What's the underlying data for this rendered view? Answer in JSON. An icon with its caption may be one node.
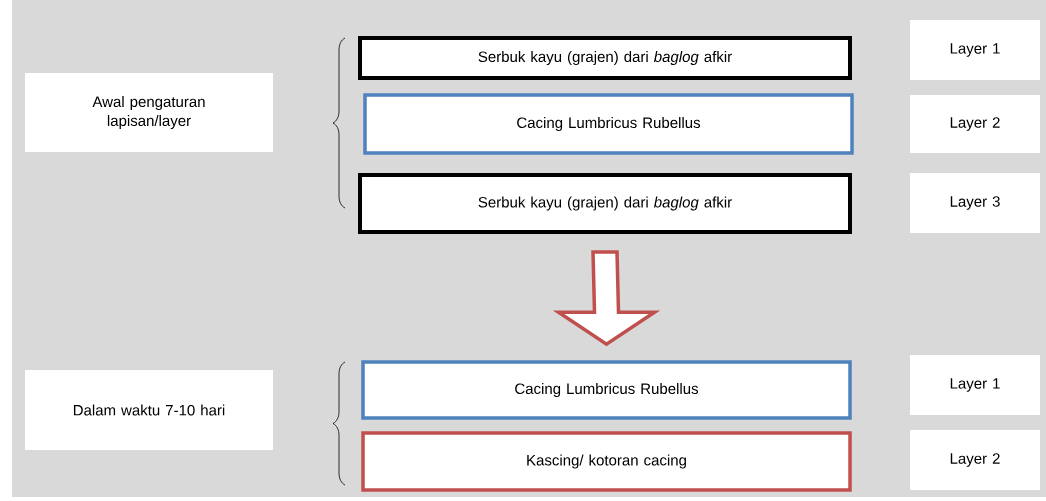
{
  "diagram": {
    "nodes": [
      {
        "text": [
          "Awal pengaturan lapisan/layer"
        ]
      },
      {
        "text": [
          "Serbuk kayu (grajen) dari *baglog* afkir"
        ]
      },
      {
        "text": [
          "Cacing Lumbricus Rubellus"
        ]
      },
      {
        "text": [
          "Serbuk kayu (grajen) dari *baglog* afkir"
        ]
      },
      {
        "text": [
          "Layer 1"
        ]
      },
      {
        "text": [
          "Layer 2"
        ]
      },
      {
        "text": [
          "Layer 3"
        ]
      },
      {
        "text": [
          "Dalam waktu 7-10 hari"
        ]
      },
      {
        "text": [
          "Cacing Lumbricus Rubellus"
        ]
      },
      {
        "text": [
          "Kascing/ kotoran cacing"
        ]
      },
      {
        "text": [
          "Layer 1"
        ]
      },
      {
        "text": [
          "Layer 2"
        ]
      }
    ],
    "edges": [
      {
        "from": 3,
        "to": 8,
        "arrow": "to",
        "style": "thick",
        "color": "#c0504d"
      }
    ]
  }
}
